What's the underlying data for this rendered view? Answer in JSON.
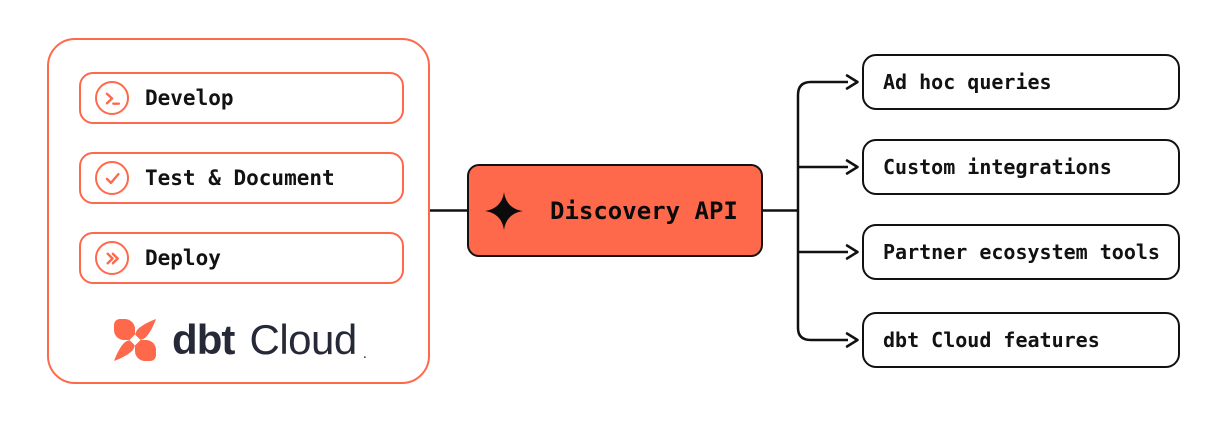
{
  "colors": {
    "orange": "#FF694B",
    "line": "#111111",
    "navy": "#262A38",
    "text": "#121212",
    "background": "#FFFFFF"
  },
  "left_panel": {
    "stages": [
      {
        "label": "Develop",
        "icon": "terminal-prompt-icon"
      },
      {
        "label": "Test & Document",
        "icon": "check-circle-icon"
      },
      {
        "label": "Deploy",
        "icon": "double-chevron-right-icon"
      }
    ],
    "logo": {
      "mark": "dbt-logo-mark",
      "brand_bold": "dbt",
      "brand_regular": "Cloud",
      "trademark": "."
    }
  },
  "api_node": {
    "label": "Discovery API",
    "icon": "sparkle-icon"
  },
  "consumers": [
    {
      "label": "Ad hoc queries"
    },
    {
      "label": "Custom integrations"
    },
    {
      "label": "Partner ecosystem tools"
    },
    {
      "label": "dbt Cloud features"
    }
  ]
}
